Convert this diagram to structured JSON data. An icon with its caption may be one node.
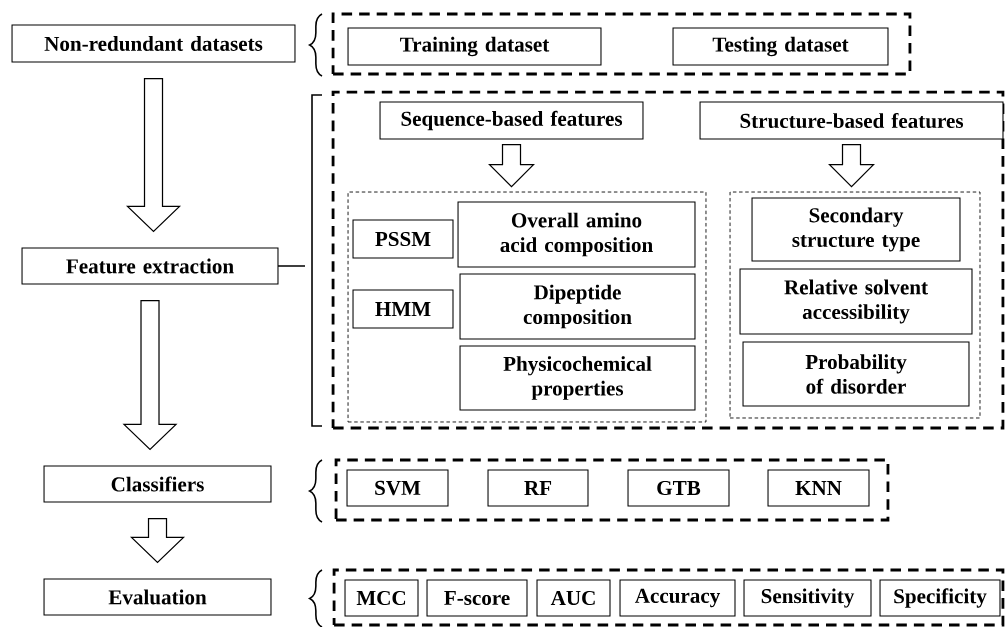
{
  "diagram": {
    "nodes": [
      {
        "text": [
          "Non-redundant datasets"
        ]
      },
      {
        "text": [],
        "shape": "box"
      },
      {
        "text": [
          "Training dataset"
        ],
        "in": 1
      },
      {
        "text": [
          "Testing dataset"
        ],
        "in": 1
      },
      {
        "text": [
          "Feature extraction"
        ]
      },
      {
        "text": [],
        "shape": "box"
      },
      {
        "text": [
          "Sequence-based features"
        ],
        "in": 5
      },
      {
        "text": [
          "Structure-based features"
        ],
        "in": 5
      },
      {
        "text": [],
        "shape": "box",
        "in": 5
      },
      {
        "text": [
          "PSSM"
        ],
        "in": 8
      },
      {
        "text": [
          "Overall amino acid composition"
        ],
        "in": 8
      },
      {
        "text": [
          "HMM"
        ],
        "in": 8
      },
      {
        "text": [
          "Dipeptide composition"
        ],
        "in": 8
      },
      {
        "text": [
          "Physicochemical properties"
        ],
        "in": 8
      },
      {
        "text": [],
        "shape": "box",
        "in": 5
      },
      {
        "text": [
          "Secondary structure type"
        ],
        "in": 14
      },
      {
        "text": [
          "Relative solvent accessibility"
        ],
        "in": 14
      },
      {
        "text": [
          "Probability of disorder"
        ],
        "in": 14
      },
      {
        "text": [
          "Classifiers"
        ]
      },
      {
        "text": [],
        "shape": "box"
      },
      {
        "text": [
          "SVM"
        ],
        "in": 19
      },
      {
        "text": [
          "RF"
        ],
        "in": 19
      },
      {
        "text": [
          "GTB"
        ],
        "in": 19
      },
      {
        "text": [
          "KNN"
        ],
        "in": 19
      },
      {
        "text": [
          "Evaluation"
        ]
      },
      {
        "text": [],
        "shape": "box"
      },
      {
        "text": [
          "MCC"
        ],
        "in": 25
      },
      {
        "text": [
          "F-score"
        ],
        "in": 25
      },
      {
        "text": [
          "AUC"
        ],
        "in": 25
      },
      {
        "text": [
          "Accuracy"
        ],
        "in": 25
      },
      {
        "text": [
          "Sensitivity"
        ],
        "in": 25
      },
      {
        "text": [
          "Specificity"
        ],
        "in": 25
      }
    ],
    "edges": [
      {
        "from": 0,
        "to": 4,
        "arrow": "to"
      },
      {
        "from": 4,
        "to": 18,
        "arrow": "to"
      },
      {
        "from": 18,
        "to": 24,
        "arrow": "to"
      },
      {
        "from": 6,
        "to": 8,
        "arrow": "to"
      },
      {
        "from": 7,
        "to": 14,
        "arrow": "to"
      }
    ]
  }
}
